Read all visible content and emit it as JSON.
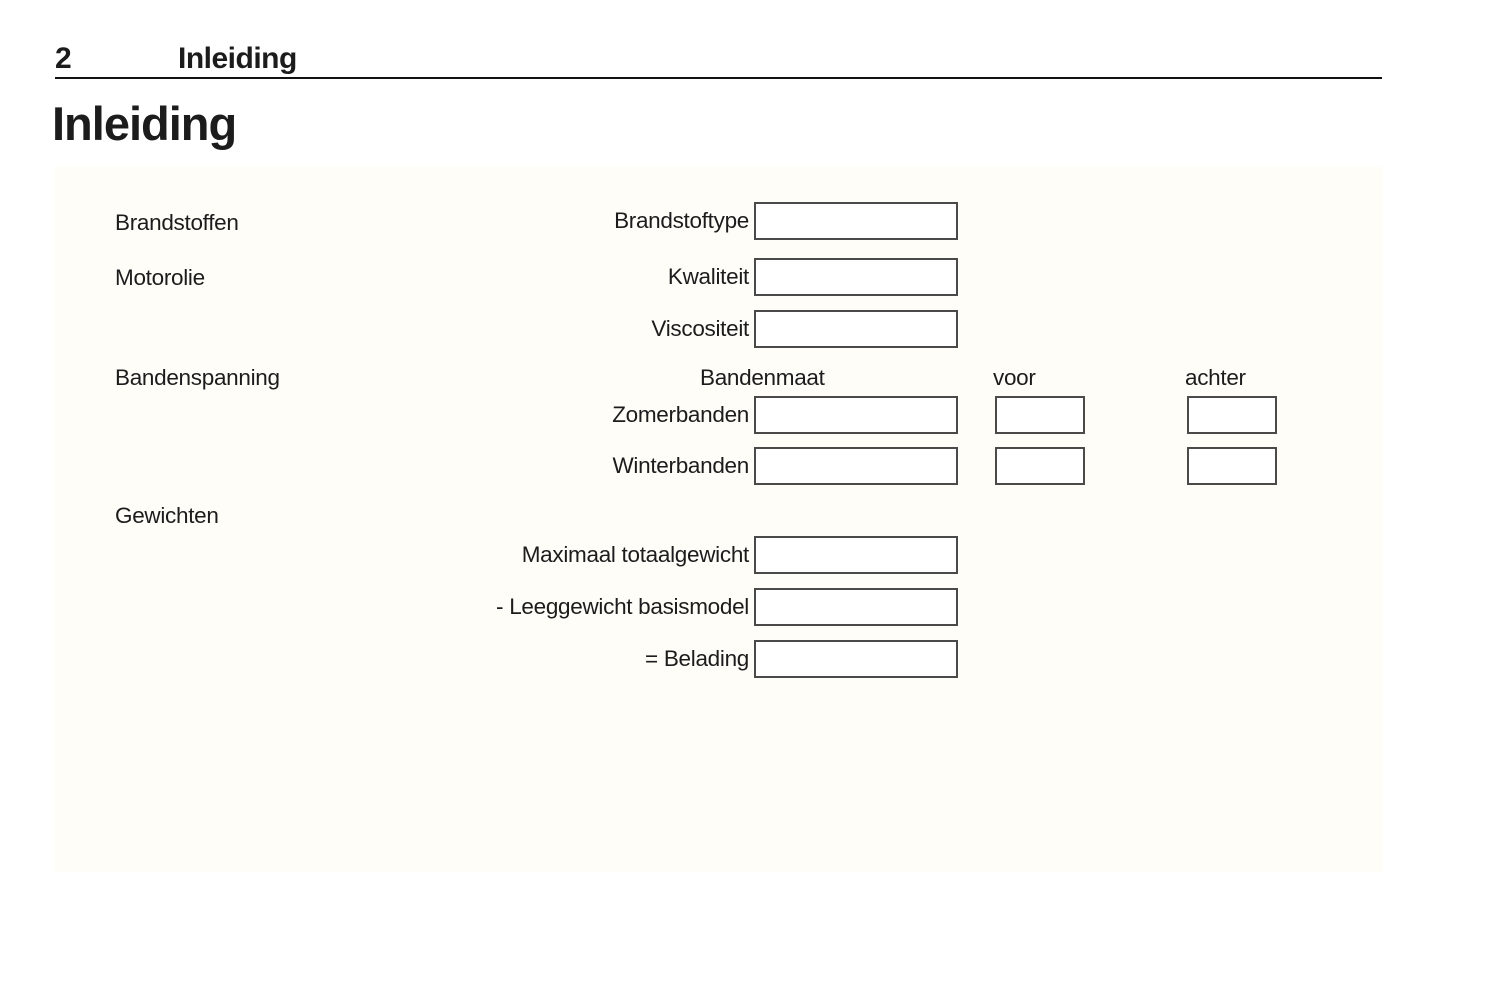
{
  "header": {
    "page_number": "2",
    "chapter_title": "Inleiding"
  },
  "page_title": "Inleiding",
  "form": {
    "categories": [
      {
        "label": "Brandstoffen"
      },
      {
        "label": "Motorolie"
      },
      {
        "label": "Bandenspanning"
      },
      {
        "label": "Gewichten"
      }
    ],
    "column_headers": {
      "tire_size": "Bandenmaat",
      "front": "voor",
      "rear": "achter"
    },
    "fields": [
      {
        "label": "Brandstoftype",
        "value": ""
      },
      {
        "label": "Kwaliteit",
        "value": ""
      },
      {
        "label": "Viscositeit",
        "value": ""
      },
      {
        "label": "Zomerbanden",
        "value": "",
        "front": "",
        "rear": ""
      },
      {
        "label": "Winterbanden",
        "value": "",
        "front": "",
        "rear": ""
      },
      {
        "label": "Maximaal totaalgewicht",
        "value": ""
      },
      {
        "label": "- Leeggewicht basismodel",
        "value": ""
      },
      {
        "label": "= Belading",
        "value": ""
      }
    ],
    "colors": {
      "box_border": "#4a4a4a",
      "panel_background": "#fffdf8",
      "text": "#1c1c1c"
    }
  }
}
